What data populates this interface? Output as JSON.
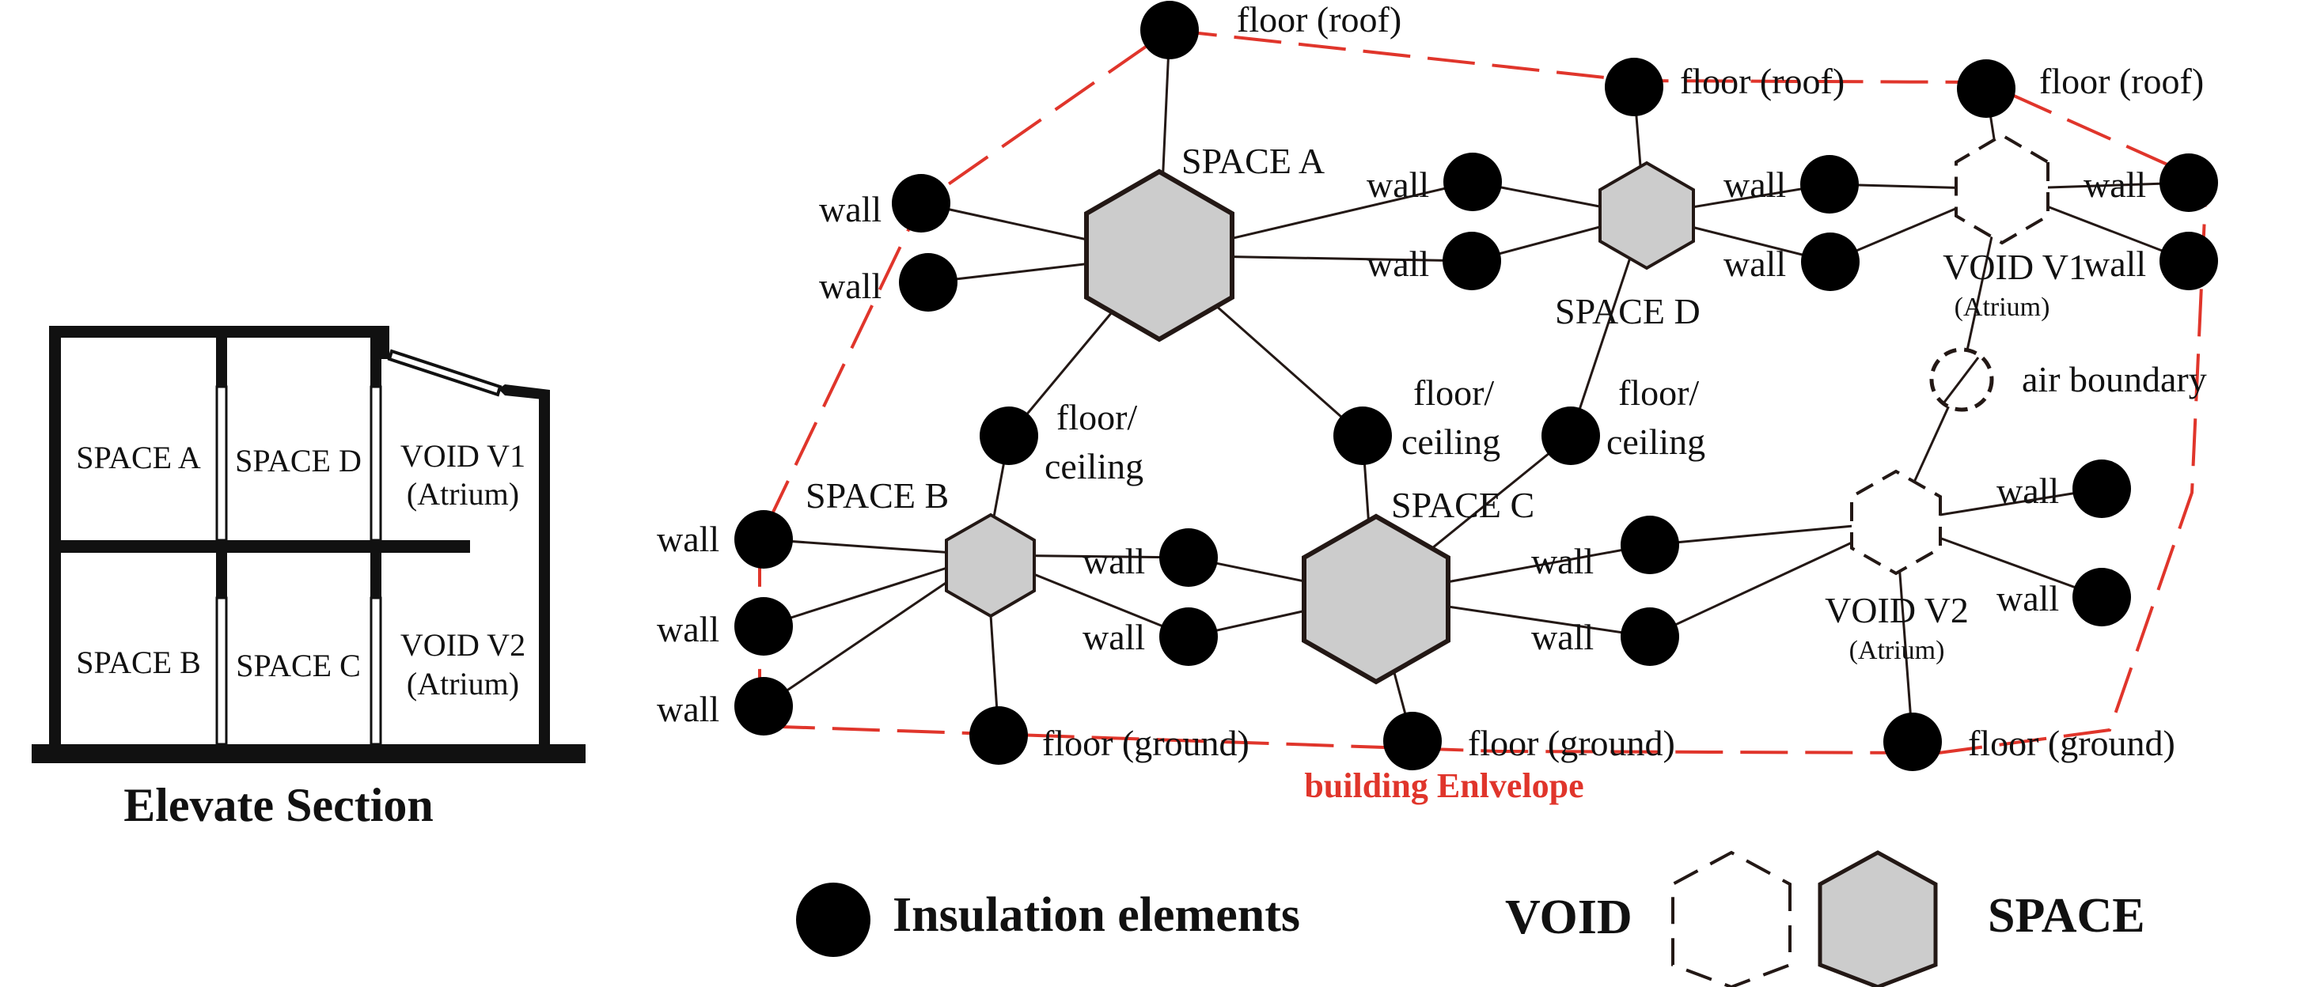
{
  "section": {
    "title": "Elevate Section",
    "rooms": {
      "space_a": "SPACE A",
      "space_d": "SPACE D",
      "void_v1_name": "VOID V1",
      "void_v1_sub": "(Atrium)",
      "space_b": "SPACE B",
      "space_c": "SPACE C",
      "void_v2_name": "VOID V2",
      "void_v2_sub": "(Atrium)"
    }
  },
  "graph": {
    "space_a": "SPACE A",
    "space_b": "SPACE B",
    "space_c": "SPACE C",
    "space_d": "SPACE D",
    "void_v1": "VOID V1",
    "void_v1_sub": "(Atrium)",
    "void_v2": "VOID V2",
    "void_v2_sub": "(Atrium)",
    "wall": "wall",
    "floor_roof": "floor (roof)",
    "floor_ground": "floor (ground)",
    "floor_ceiling_1": "floor/",
    "floor_ceiling_2": "ceiling",
    "air_boundary": "air boundary",
    "envelope": "building Enlvelope"
  },
  "legend": {
    "insulation": "Insulation elements",
    "void": "VOID",
    "space": "SPACE"
  },
  "colors": {
    "envelope": "#e0352b",
    "node": "#000000",
    "space_fill": "#cccccc",
    "stroke": "#231815"
  }
}
